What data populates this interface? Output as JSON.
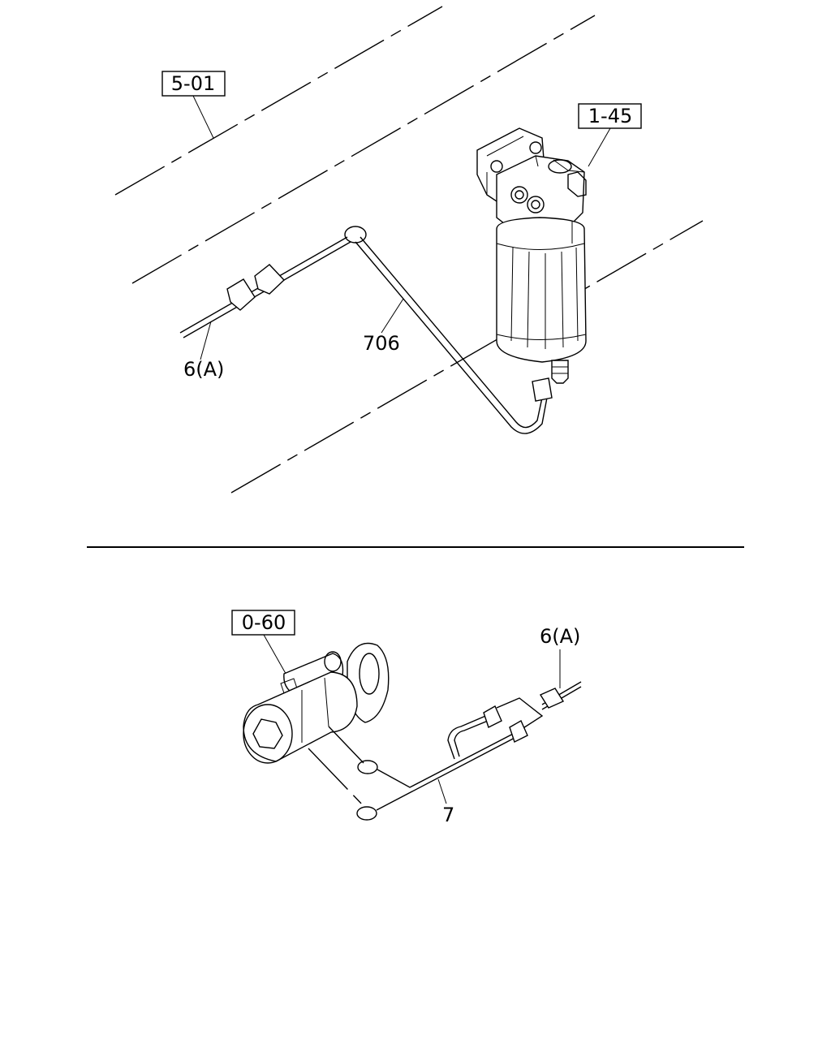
{
  "diagram": {
    "refs": {
      "top_left": "5-01",
      "top_right": "1-45",
      "bottom": "0-60"
    },
    "parts": {
      "harness_top": "706",
      "connector_top": "6(A)",
      "connector_bottom": "6(A)",
      "harness_bottom": "7"
    }
  }
}
